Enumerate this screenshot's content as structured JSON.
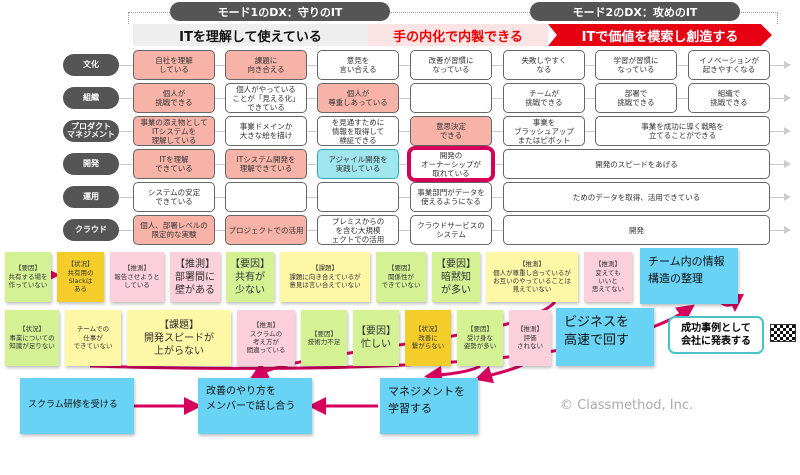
{
  "header": {
    "mode1_label": "モード1のDX：守りのIT",
    "mode2_label": "モード2のDX：攻めのIT"
  },
  "banners": [
    "ITを理解して使えている",
    "手の内化で内製できる",
    "ITで価値を模索し創造する"
  ],
  "rows": [
    {
      "label": "文化",
      "cells": [
        {
          "text": "自社を理解\nしている",
          "style": "pink"
        },
        {
          "text": "課題に\n向き合える",
          "style": "pink"
        },
        {
          "text": "意見を\n言い合える"
        },
        {
          "text": "改善が習慣に\nなっている"
        },
        {
          "text": "失敗しやすく\nなる"
        },
        {
          "text": "学習が習慣に\nなっている"
        },
        {
          "text": "イノベーションが\n起きやすくなる"
        }
      ]
    },
    {
      "label": "組織",
      "cells": [
        {
          "text": "個人が\n挑戦できる",
          "style": "pink"
        },
        {
          "text": "個人がやっている\nことが「見える化」\nできている"
        },
        {
          "text": "個人が\n尊重しあっている",
          "style": "pink"
        },
        {
          "text": ""
        },
        {
          "text": "チームが\n挑戦できる"
        },
        {
          "text": "部署で\n挑戦できる"
        },
        {
          "text": "組織で\n挑戦できる"
        }
      ]
    },
    {
      "label": "プロダクト\nマネジメント",
      "cells": [
        {
          "text": "事業の添え物として\nITシステムを\n理解している",
          "style": "pink"
        },
        {
          "text": "事業ドメインか\n大きな絵を描け"
        },
        {
          "text": "を見通すために\n情報を取得して\n検証できる"
        },
        {
          "text": "意思決定\nできる",
          "style": "pink"
        },
        {
          "text": "事業を\nブラッシュアップ\nまたはピボット"
        },
        {
          "text": "事業を成功に導く戦略を\n立てることができる"
        }
      ]
    },
    {
      "label": "開発",
      "cells": [
        {
          "text": "ITを理解\nできている",
          "style": "pink"
        },
        {
          "text": "ITシステム開発を\n理解できている",
          "style": "pink"
        },
        {
          "text": "アジャイル開発を\n実践している",
          "style": "cyan"
        },
        {
          "text": "開発の\nオーナーシップが\n取れている",
          "style": "hl"
        },
        {
          "text": "開発のスピードをあげる"
        }
      ]
    },
    {
      "label": "運用",
      "cells": [
        {
          "text": "システムの安定\nできている"
        },
        {
          "text": ""
        },
        {
          "text": ""
        },
        {
          "text": "事業部門がデータを\n使えるようになる"
        },
        {
          "text": "ためのデータを取得、活用できている"
        }
      ]
    },
    {
      "label": "クラウド",
      "cells": [
        {
          "text": "個人、部署レベルの\n限定的な実験",
          "style": "pink"
        },
        {
          "text": "プロジェクトでの活用",
          "style": "pink"
        },
        {
          "text": "プレミスからの\nを含む大規模\nェクトでの活用"
        },
        {
          "text": "クラウドサービスの\nシステム"
        },
        {
          "text": "開発"
        }
      ]
    }
  ],
  "notes": [
    {
      "tag": "【要因】",
      "text": "共有する場を\n作っていない",
      "color": "green"
    },
    {
      "tag": "【状況】",
      "text": "共有用の\nSlackは\nある",
      "color": "gold"
    },
    {
      "tag": "【推測】",
      "text": "報告させようと\nしている",
      "color": "pink"
    },
    {
      "tag": "【推測】",
      "text": "部署間に\n壁がある",
      "color": "pink",
      "big": true
    },
    {
      "tag": "【要因】",
      "text": "共有が\n少ない",
      "color": "green",
      "big": true
    },
    {
      "tag": "【課題】",
      "text": "課題に向き合えているが\n意見は言い合えていない",
      "color": "yellow"
    },
    {
      "tag": "【要因】",
      "text": "関係性が\nできていない",
      "color": "green"
    },
    {
      "tag": "【要因】",
      "text": "暗黙知\nが多い",
      "color": "green",
      "big": true
    },
    {
      "tag": "【推測】",
      "text": "個人が尊重し合っているが\nお互いのやっていることは\n見えていない",
      "color": "yellow"
    },
    {
      "tag": "【推測】",
      "text": "変えても\nいいと\n思えてない",
      "color": "pink"
    },
    {
      "tag": "【状況】",
      "text": "事業についての\n知識が足りない",
      "color": "green"
    },
    {
      "tag": "",
      "text": "チームでの\n仕事が\nできていない",
      "color": "yellow"
    },
    {
      "tag": "【課題】",
      "text": "開発スピードが\n上がらない",
      "color": "yellow",
      "big": true
    },
    {
      "tag": "【推測】",
      "text": "スクラムの\n考え方が\n間違っている",
      "color": "pink"
    },
    {
      "tag": "【要因】",
      "text": "技術力不足",
      "color": "green"
    },
    {
      "tag": "【要因】",
      "text": "忙しい",
      "color": "green",
      "big": true
    },
    {
      "tag": "【状況】",
      "text": "改善に\n繋がらない",
      "color": "gold"
    },
    {
      "tag": "【要因】",
      "text": "受け身な\n姿勢が多い",
      "color": "green"
    },
    {
      "tag": "【推測】",
      "text": "評価\nされない",
      "color": "pink"
    }
  ],
  "cards": {
    "info": "チーム内の情報\n構造の整理",
    "business": "ビジネスを\n高速で回す",
    "scrum": "スクラム研修を受ける",
    "improve": "改善のやり方を\nメンバーで話し合う",
    "mgmt": "マネジメントを\n学習する"
  },
  "callout": "成功事例として\n会社に発表する",
  "copyright": "© Classmethod, Inc.",
  "colors": {
    "arrow": "#d6005f",
    "red": "#e60012",
    "blue": "#69d3f5"
  }
}
